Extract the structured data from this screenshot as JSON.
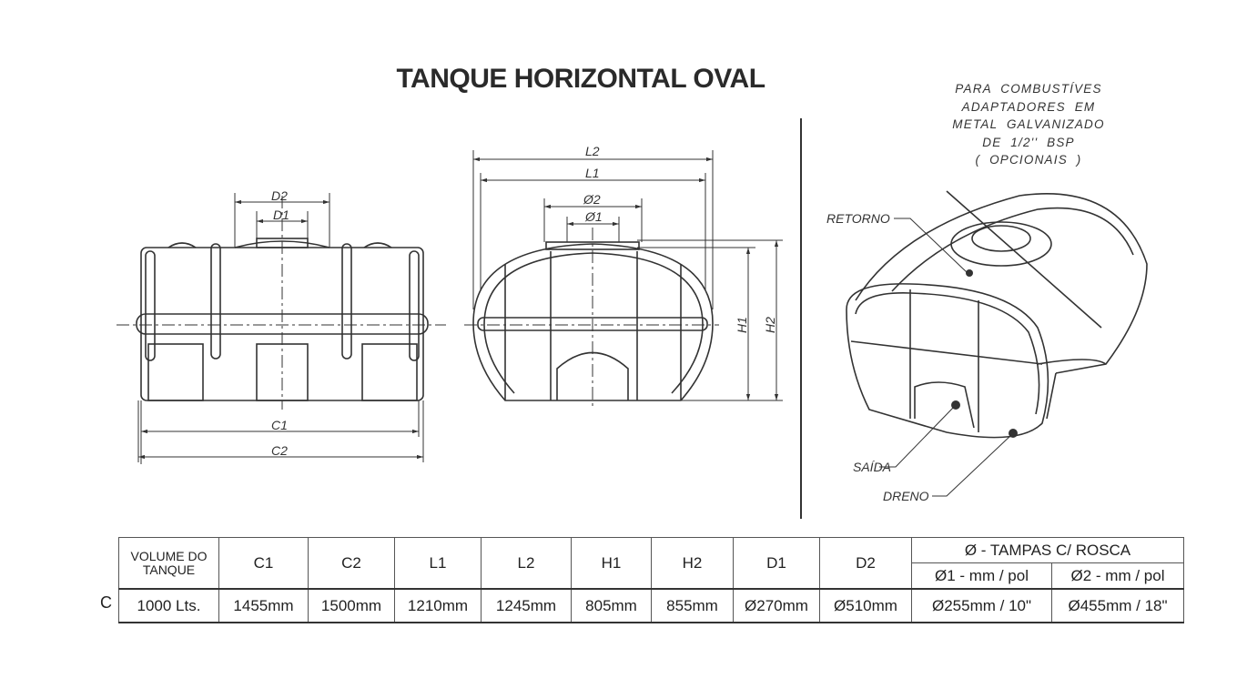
{
  "title": "TANQUE HORIZONTAL OVAL",
  "notes": [
    "PARA  COMBUSTÍVES",
    "ADAPTADORES  EM",
    "METAL  GALVANIZADO",
    "DE  1/2''  BSP",
    "(  OPCIONAIS  )"
  ],
  "side_view": {
    "d2": "D2",
    "d1": "D1",
    "c1": "C1",
    "c2": "C2"
  },
  "front_view": {
    "l2": "L2",
    "l1": "L1",
    "o2": "Ø2",
    "o1": "Ø1",
    "h1": "H1",
    "h2": "H2"
  },
  "iso_view": {
    "retorno": "RETORNO",
    "saida": "SAÍDA",
    "dreno": "DRENO"
  },
  "table": {
    "row_label": "C",
    "headers": {
      "volume": "VOLUME DO TANQUE",
      "c1": "C1",
      "c2": "C2",
      "l1": "L1",
      "l2": "L2",
      "h1": "H1",
      "h2": "H2",
      "d1": "D1",
      "d2": "D2",
      "tampas": "Ø - TAMPAS  C/  ROSCA",
      "o1": "Ø1 - mm / pol",
      "o2": "Ø2 - mm / pol"
    },
    "row": {
      "volume": "1000 Lts.",
      "c1": "1455mm",
      "c2": "1500mm",
      "l1": "1210mm",
      "l2": "1245mm",
      "h1": "805mm",
      "h2": "855mm",
      "d1": "Ø270mm",
      "d2": "Ø510mm",
      "o1": "Ø255mm / 10\"",
      "o2": "Ø455mm / 18\""
    }
  }
}
